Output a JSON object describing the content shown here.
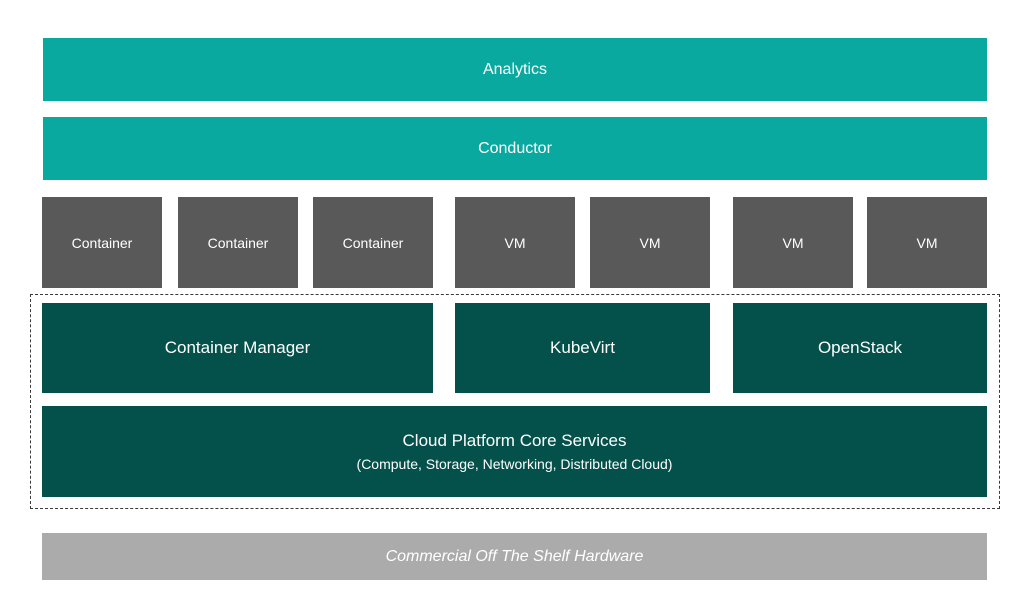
{
  "analytics_label": "Analytics",
  "conductor_label": "Conductor",
  "workloads": [
    "Container",
    "Container",
    "Container",
    "VM",
    "VM",
    "VM",
    "VM"
  ],
  "managers": {
    "container_manager": "Container Manager",
    "kubevirt": "KubeVirt",
    "openstack": "OpenStack"
  },
  "core_services": {
    "title": "Cloud Platform Core Services",
    "subtitle": "(Compute, Storage, Networking, Distributed Cloud)"
  },
  "hardware_label": "Commercial Off The Shelf Hardware",
  "colors": {
    "teal": "#0aa99f",
    "workload_gray": "#595959",
    "dark_green": "#03514a",
    "hardware_gray": "#ababab",
    "text": "#ffffff"
  }
}
